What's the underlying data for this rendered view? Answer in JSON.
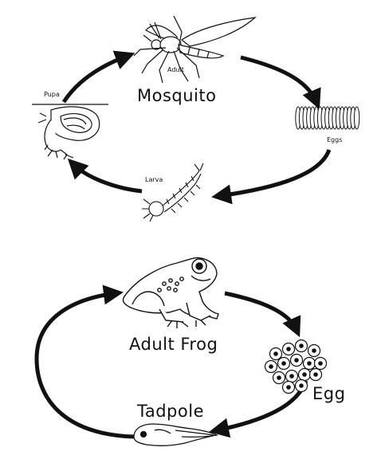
{
  "mosquito_cycle": {
    "title": "Mosquito",
    "stages": {
      "adult": "Adult",
      "eggs": "Eggs",
      "larva": "Larva",
      "pupa": "Pupa"
    }
  },
  "frog_cycle": {
    "stages": {
      "adult": "Adult Frog",
      "egg": "Egg",
      "tadpole": "Tadpole"
    }
  },
  "colors": {
    "line": "#111111",
    "background": "#ffffff"
  },
  "icons": [
    "mosquito-adult-icon",
    "mosquito-eggs-icon",
    "mosquito-larva-icon",
    "mosquito-pupa-icon",
    "frog-adult-icon",
    "frog-eggs-icon",
    "tadpole-icon"
  ]
}
